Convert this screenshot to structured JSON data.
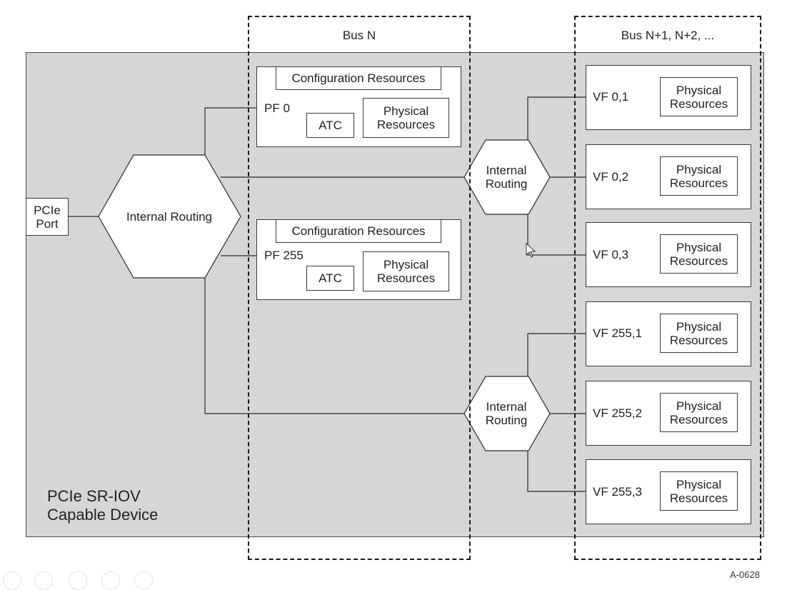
{
  "bus_labels": {
    "bus_n": "Bus N",
    "bus_n_plus": "Bus N+1, N+2, ..."
  },
  "device_title": "PCIe SR-IOV\nCapable Device",
  "pcie_port": "PCIe\nPort",
  "internal_routing_main": "Internal Routing",
  "internal_routing_vf": "Internal\nRouting",
  "pf": [
    {
      "label": "PF 0",
      "config": "Configuration Resources",
      "atc": "ATC",
      "phys": "Physical\nResources"
    },
    {
      "label": "PF 255",
      "config": "Configuration Resources",
      "atc": "ATC",
      "phys": "Physical\nResources"
    }
  ],
  "vf": [
    {
      "label": "VF 0,1",
      "phys": "Physical\nResources"
    },
    {
      "label": "VF 0,2",
      "phys": "Physical\nResources"
    },
    {
      "label": "VF 0,3",
      "phys": "Physical\nResources"
    },
    {
      "label": "VF 255,1",
      "phys": "Physical\nResources"
    },
    {
      "label": "VF 255,2",
      "phys": "Physical\nResources"
    },
    {
      "label": "VF 255,3",
      "phys": "Physical\nResources"
    }
  ],
  "figure_code": "A-0628"
}
